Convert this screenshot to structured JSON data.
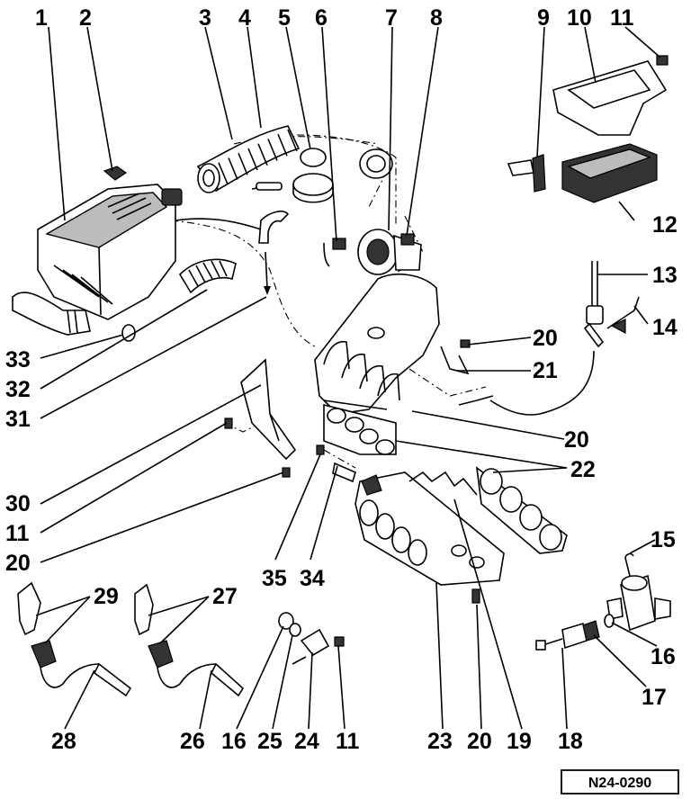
{
  "drawing_ref": "N24-0290",
  "parts": [
    {
      "key": "p1",
      "label": "1"
    },
    {
      "key": "p2",
      "label": "2"
    },
    {
      "key": "p3",
      "label": "3"
    },
    {
      "key": "p4",
      "label": "4"
    },
    {
      "key": "p5",
      "label": "5"
    },
    {
      "key": "p6",
      "label": "6"
    },
    {
      "key": "p7",
      "label": "7"
    },
    {
      "key": "p8",
      "label": "8"
    },
    {
      "key": "p9",
      "label": "9"
    },
    {
      "key": "p10",
      "label": "10"
    },
    {
      "key": "p11a",
      "label": "11"
    },
    {
      "key": "p12",
      "label": "12"
    },
    {
      "key": "p13",
      "label": "13"
    },
    {
      "key": "p14",
      "label": "14"
    },
    {
      "key": "p33",
      "label": "33"
    },
    {
      "key": "p20a",
      "label": "20"
    },
    {
      "key": "p21",
      "label": "21"
    },
    {
      "key": "p32",
      "label": "32"
    },
    {
      "key": "p31",
      "label": "31"
    },
    {
      "key": "p20b",
      "label": "20"
    },
    {
      "key": "p22",
      "label": "22"
    },
    {
      "key": "p30",
      "label": "30"
    },
    {
      "key": "p11b",
      "label": "11"
    },
    {
      "key": "p20c",
      "label": "20"
    },
    {
      "key": "p35",
      "label": "35"
    },
    {
      "key": "p34",
      "label": "34"
    },
    {
      "key": "p15",
      "label": "15"
    },
    {
      "key": "p29",
      "label": "29"
    },
    {
      "key": "p27",
      "label": "27"
    },
    {
      "key": "p16a",
      "label": "16"
    },
    {
      "key": "p17",
      "label": "17"
    },
    {
      "key": "p28",
      "label": "28"
    },
    {
      "key": "p26",
      "label": "26"
    },
    {
      "key": "p16b",
      "label": "16"
    },
    {
      "key": "p25",
      "label": "25"
    },
    {
      "key": "p24",
      "label": "24"
    },
    {
      "key": "p11c",
      "label": "11"
    },
    {
      "key": "p23",
      "label": "23"
    },
    {
      "key": "p20d",
      "label": "20"
    },
    {
      "key": "p19",
      "label": "19"
    },
    {
      "key": "p18",
      "label": "18"
    }
  ]
}
